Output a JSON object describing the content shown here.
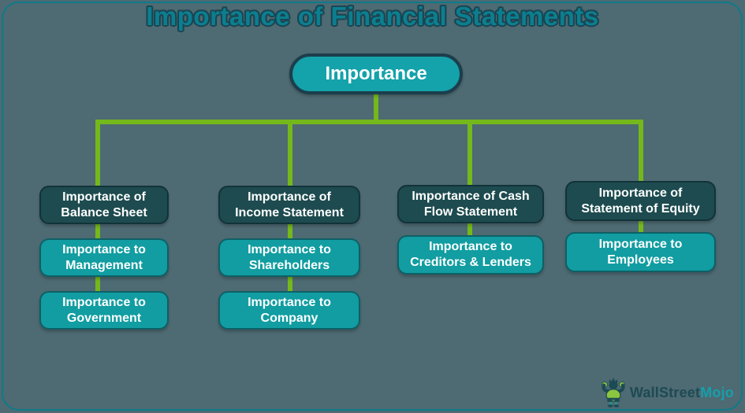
{
  "title": "Importance of Financial Statements",
  "root": {
    "label": "Importance"
  },
  "diagram": {
    "columns": [
      {
        "header": "Importance of Balance Sheet",
        "children": [
          "Importance to Management",
          "Importance to Government"
        ]
      },
      {
        "header": "Importance of Income Statement",
        "children": [
          "Importance to Shareholders",
          "Importance to Company"
        ]
      },
      {
        "header": "Importance of Cash Flow Statement",
        "children": [
          "Importance to Creditors & Lenders"
        ]
      },
      {
        "header": "Importance of Statement of Equity",
        "children": [
          "Importance to Employees"
        ]
      }
    ]
  },
  "logo": {
    "brand_dark": "WallStreet",
    "brand_accent": "Mojo"
  },
  "colors": {
    "background": "#4E6A72",
    "frame_border": "#0F7A8A",
    "title_text": "#0B7F8F",
    "title_outline": "#1B4552",
    "node_dark": "#1D4B4F",
    "node_teal": "#119DA1",
    "root_fill": "#14A2AB",
    "root_border": "#1C3E4C",
    "connector_green": "#74B81C",
    "node_text": "#FFFFFF",
    "logo_dark": "#1D4B54",
    "logo_accent": "#14A0AC",
    "mascot_green": "#8CC63F"
  }
}
